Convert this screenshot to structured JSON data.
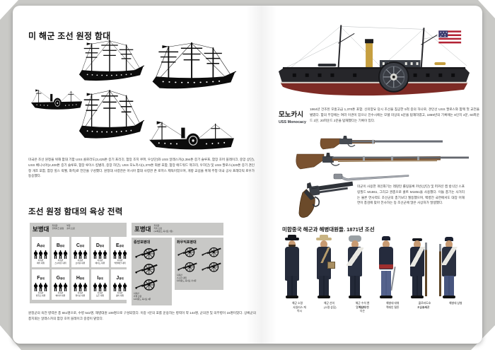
{
  "colors": {
    "backdrop": "#c9c9c6",
    "page": "#ffffff",
    "panel_gray": "#c8c8c6",
    "hull_red": "#7d2b25",
    "hull_black": "#26262a",
    "funnel_buff": "#c69f40",
    "navy_uniform": "#2a3040"
  },
  "left_page": {
    "title": "미 해군 조선 원정 함대",
    "intro_text": "미국은 조선 원정을 위해 함대 기함 USS 콜로라도(3,425톤 증기 프리깃, 함장 조지 쿠퍼, 우상단)와 USS 알래스카(2,394톤 증기 슬루프, 함장 호머 블레이크, 중앙 상단), USS 베니시아(2,400톤 증기 슬루프, 함장 루이스 킴벌리, 중앙 하단), USS 모노카시(1,370톤 외륜 포함, 함장 에드워드 맥크리, 우하단) 및 USS 팔로스(420톤 증기 견인정 개조 포함, 함장 힐스 락웰, 좌측)로 전단을 구성했다. 원정대 사령관은 아시아 함대 사령관 존 로저스 제독이었으며, 개항 교섭을 위해 주청 미국 공사 프레더릭 로우가 동승했다.",
    "section_title": "조선 원정 함대의 육상 전력",
    "infantry": {
      "title": "보병대",
      "cmd_label": "지휘관",
      "cmd_name": "블레이크 중령",
      "adj_label": "부관",
      "adj_name": "슐리 소령",
      "companies": [
        {
          "letter": "A",
          "suffix": "중대",
          "cmd": "지휘관",
          "name": "매키 대위"
        },
        {
          "letter": "B",
          "suffix": "중대",
          "cmd": "지휘관",
          "name": "스나이든 대위"
        },
        {
          "letter": "C",
          "suffix": "중대",
          "cmd": "지휘관",
          "name": "브라운 대위"
        },
        {
          "letter": "D",
          "suffix": "중대",
          "cmd": "지휘관",
          "name": "메이드 대위"
        },
        {
          "letter": "E",
          "suffix": "중대",
          "cmd": "지휘관",
          "name": "맥킬베인 대위"
        },
        {
          "letter": "F",
          "suffix": "중대",
          "cmd": "지휘관",
          "name": "필립스 대위"
        },
        {
          "letter": "G",
          "suffix": "중대",
          "cmd": "지휘관",
          "name": "베이커 대위"
        },
        {
          "letter": "H",
          "suffix": "중대",
          "cmd": "지휘관",
          "name": "앤더슨 대위"
        },
        {
          "letter": "I",
          "suffix": "중대",
          "cmd": "지휘관",
          "name": "토튼 대위"
        },
        {
          "letter": "J",
          "suffix": "중대",
          "cmd": "지휘관",
          "name": "휠러 대위"
        }
      ]
    },
    "artillery": {
      "title": "포병대",
      "sub1": "지휘관",
      "sub2": "카셀 소령",
      "sub3": "(12파운드 곡사포 7문)",
      "center_label": "중앙포병대",
      "flank_label": "좌우익포병대",
      "center_cmd": "지휘관",
      "center_name": "카셀 소령",
      "center_note": "12파운드 곡사포 3문",
      "flank_cmd": "지휘관",
      "flank_name": "스노든 대위",
      "flank_note": "12파운드 곡사포 각 2문"
    },
    "footer_text": "원정군의 육전 병력은 총 651명으로, 수병 542명, 해병대원 109명으로 구성되었다. 이중 7문의 포를 운용하는 병력이 약 144명, 군의관 및 의무병이 15명이었다. 상륙군의 총지휘는 알래스카의 함장 호머 블레이크 중령이 맡았다."
  },
  "right_page": {
    "ship_name": "모노카시",
    "ship_name_en": "USS Monocacy",
    "ship_text": "1864년 건조된 모홍고급 1,370톤 포함. 신미양요 당시 조선을 침공한 5척 중의 하나로, 견인선 USS 팔로스와 함께 첫 교전을 벌였다. 함의 무장에는 여러 이견이 있으나 진수시에는 모델 미상의 6문을 탑재하였고, 1869년의 기록에는 8인치 4문, 60파운드 2문, 20파운드 2문을 탑재했다는 기록이 있다.",
    "weapons_text": "미군이 사용한 개인화기는 레밍턴 롤링블록 카빈(상단) 및 퍼커션 캡 방식인 스프링필드 M1861, 그리고 권총으로 콜트 M1851을 사용했다. 이들 총기는 사거리는 물론 연사력도 조선군의 총기보다 월등했으며, 백병전 국면에서도 대장 어재연이 총검에 맞아 전사하는 등 조선군에 많은 사상자가 발생했다.",
    "figures_title": "미합중국 해군과 해병대원들. 1871년 조선",
    "figures": [
      {
        "line1": "해군 소령",
        "line2": "사일러스 케이시"
      },
      {
        "line1": "해군 선의",
        "line2": "(소령 상당)"
      },
      {
        "line1": "해군 수석 엔지니어",
        "line2": "알렉산더 헨더슨"
      },
      {
        "line1": "해병대 대위",
        "line2": "맥레인 틸튼"
      },
      {
        "line1": "콜로라도호 소속",
        "line2": "포술부사관"
      },
      {
        "line1": "해병대 상병",
        "line2": ""
      }
    ]
  }
}
